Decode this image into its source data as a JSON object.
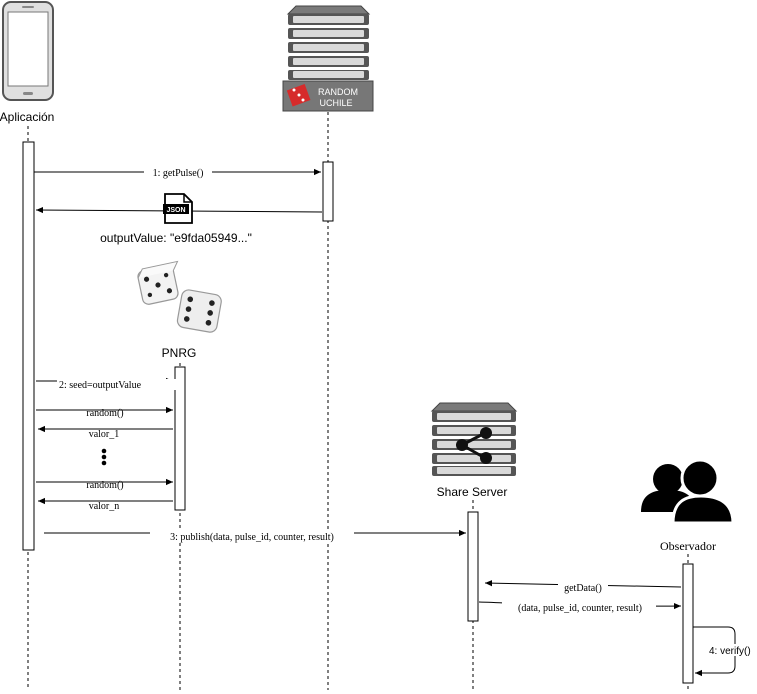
{
  "participants": {
    "app": {
      "label": "Aplicación",
      "icon": "smartphone-icon"
    },
    "random": {
      "logo_line1": "RANDOM",
      "logo_line2": "UCHILE",
      "icon": "server-rack-icon"
    },
    "pnrg": {
      "label": "PNRG",
      "icon": "dice-icon"
    },
    "share": {
      "label": "Share Server",
      "icon": "share-server-icon"
    },
    "observer": {
      "label": "Observador",
      "icon": "users-group-icon"
    }
  },
  "messages": {
    "get_pulse": "1: getPulse()",
    "json_badge": "JSON",
    "output_value": "outputValue: \"e9fda05949...\"",
    "seed": "2: seed=outputValue",
    "random_1": "random()",
    "valor_1": "valor_1",
    "random_n": "random()",
    "valor_n": "valor_n",
    "publish": "3: publish(data, pulse_id, counter, result)",
    "get_data": "getData()",
    "data_return": "(data, pulse_id, counter, result)",
    "verify": "4: verify()"
  },
  "colors": {
    "line": "#000000",
    "server_dark": "#5a5a5a",
    "server_light": "#e6e6e6",
    "logo_red": "#d62b2b"
  }
}
